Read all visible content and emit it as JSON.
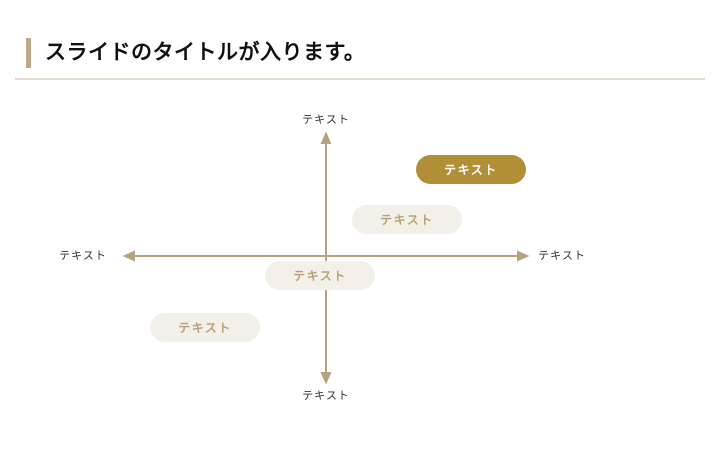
{
  "slide": {
    "title": "スライドのタイトルが入ります。",
    "colors": {
      "accent_bar": "#bba98a",
      "divider": "#e2ddd1",
      "axis": "#b5a37f",
      "primary_pill": "#b18f36",
      "secondary_pill_bg": "#f3f0ea",
      "secondary_pill_text": "#b7a276"
    }
  },
  "matrix": {
    "axes": {
      "top": "テキスト",
      "bottom": "テキスト",
      "left": "テキスト",
      "right": "テキスト"
    },
    "items": [
      {
        "label": "テキスト",
        "style": "primary"
      },
      {
        "label": "テキスト",
        "style": "secondary"
      },
      {
        "label": "テキスト",
        "style": "secondary"
      },
      {
        "label": "テキスト",
        "style": "secondary"
      }
    ]
  }
}
